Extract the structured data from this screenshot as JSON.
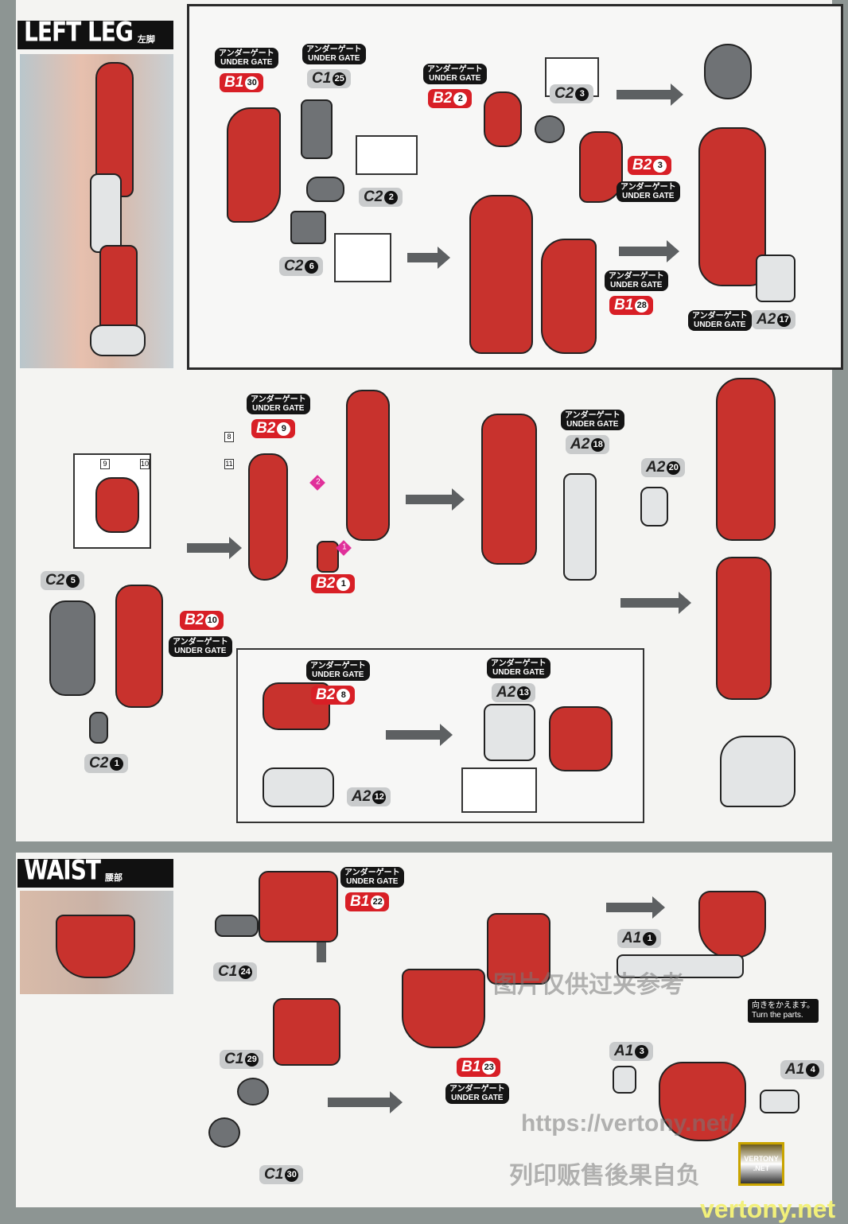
{
  "left_leg": {
    "title": "LEFT LEG",
    "title_jp": "左脚",
    "tags": [
      {
        "ug": true,
        "part": "B1",
        "num": "30",
        "color": "red"
      },
      {
        "ug": true,
        "part": "C1",
        "num": "25",
        "color": "gray"
      },
      {
        "ug": true,
        "part": "B2",
        "num": "2",
        "color": "red"
      },
      {
        "ug": false,
        "part": "C2",
        "num": "3",
        "color": "gray"
      },
      {
        "ug": false,
        "part": "C2",
        "num": "2",
        "color": "gray"
      },
      {
        "ug": false,
        "part": "C2",
        "num": "6",
        "color": "gray"
      },
      {
        "ug": true,
        "part": "B2",
        "num": "3",
        "color": "red"
      },
      {
        "ug": true,
        "part": "B1",
        "num": "28",
        "color": "red"
      },
      {
        "ug": true,
        "part": "A2",
        "num": "17",
        "color": "gray"
      },
      {
        "ug": true,
        "part": "B2",
        "num": "9",
        "color": "red"
      },
      {
        "ug": false,
        "part": "B2",
        "num": "1",
        "color": "red"
      },
      {
        "ug": true,
        "part": "A2",
        "num": "18",
        "color": "gray"
      },
      {
        "ug": false,
        "part": "A2",
        "num": "20",
        "color": "gray"
      },
      {
        "ug": false,
        "part": "C2",
        "num": "5",
        "color": "gray"
      },
      {
        "ug": true,
        "part": "B2",
        "num": "10",
        "color": "red"
      },
      {
        "ug": false,
        "part": "C2",
        "num": "1",
        "color": "gray"
      },
      {
        "ug": true,
        "part": "B2",
        "num": "8",
        "color": "red"
      },
      {
        "ug": true,
        "part": "A2",
        "num": "13",
        "color": "gray"
      },
      {
        "ug": false,
        "part": "A2",
        "num": "12",
        "color": "gray"
      }
    ],
    "sticker_numbers": [
      "9",
      "10",
      "8",
      "11"
    ],
    "steps": [
      "1",
      "2"
    ]
  },
  "waist": {
    "title": "WAIST",
    "title_jp": "腰部",
    "tags": [
      {
        "ug": true,
        "part": "B1",
        "num": "22",
        "color": "red"
      },
      {
        "ug": false,
        "part": "C1",
        "num": "24",
        "color": "gray"
      },
      {
        "ug": false,
        "part": "C1",
        "num": "29",
        "color": "gray"
      },
      {
        "ug": false,
        "part": "C1",
        "num": "30",
        "color": "gray"
      },
      {
        "ug": true,
        "part": "B1",
        "num": "23",
        "color": "red"
      },
      {
        "ug": false,
        "part": "A1",
        "num": "1",
        "color": "gray"
      },
      {
        "ug": false,
        "part": "A1",
        "num": "3",
        "color": "gray"
      },
      {
        "ug": false,
        "part": "A1",
        "num": "4",
        "color": "gray"
      }
    ],
    "turn_note_jp": "向きをかえます。",
    "turn_note_en": "Turn the parts."
  },
  "under_gate_jp": "アンダーゲート",
  "under_gate_en": "UNDER GATE",
  "watermark": {
    "url": "https://vertony.net/",
    "cn": "图片仅供过夹参考",
    "cn2": "列印贩售後果自负",
    "logo": "VERTONY .NET",
    "site": "vertony.net"
  },
  "colors": {
    "red": "#d81f26",
    "part_red": "#c8322d",
    "part_gray": "#6f7275",
    "frame": "#8d9593"
  }
}
